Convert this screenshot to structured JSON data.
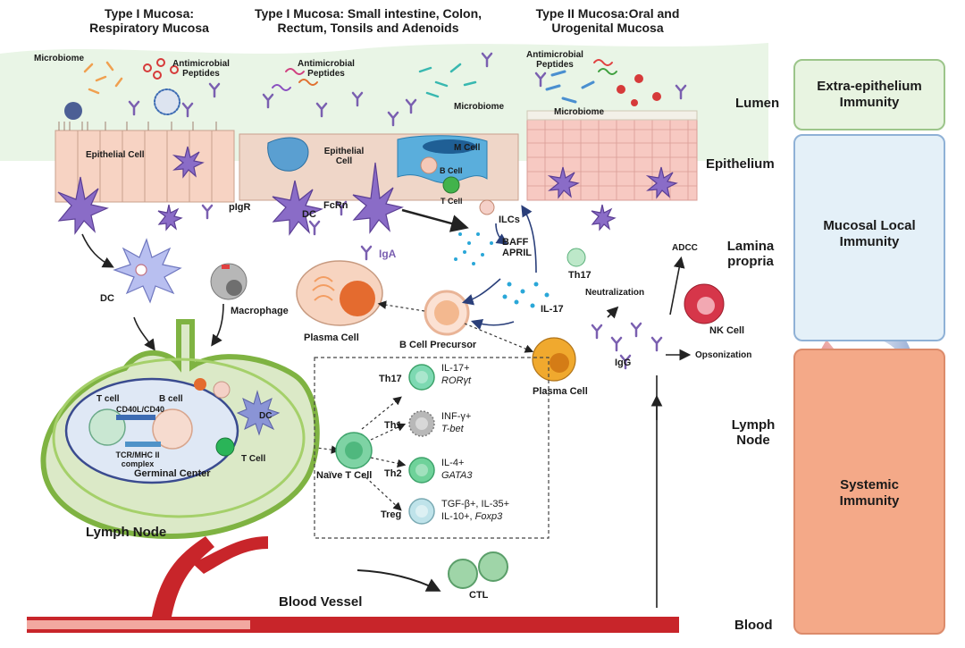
{
  "headers": {
    "type1_respiratory": [
      "Type I Mucosa:",
      "Respiratory Mucosa"
    ],
    "type1_gut": [
      "Type I Mucosa: Small intestine, Colon,",
      "Rectum, Tonsils and Adenoids"
    ],
    "type2_oral": [
      "Type II Mucosa:Oral and",
      "Urogenital Mucosa"
    ]
  },
  "labels": {
    "microbiome_left": "Microbiome",
    "amp_left": [
      "Antimicrobial",
      "Peptides"
    ],
    "amp_mid": [
      "Antimicrobial",
      "Peptides"
    ],
    "microbiome_mid": "Microbiome",
    "amp_right": [
      "Antimicrobial",
      "Peptides"
    ],
    "microbiome_right": "Microbiome",
    "epithelial_left": "Epithelial Cell",
    "epithelial_mid": [
      "Epithelial",
      "Cell"
    ],
    "m_cell": "M Cell",
    "b_cell_small": "B Cell",
    "t_cell_small": "T Cell",
    "pigr": "pIgR",
    "dc_mid": "DC",
    "fcrn": "FcRn",
    "ilcs": "ILCs",
    "baff_april": [
      "BAFF",
      "APRIL"
    ],
    "th17_top": "Th17",
    "il17": "IL-17",
    "iga": "IgA",
    "dc_left": "DC",
    "macrophage": "Macrophage",
    "plasma_cell_top": "Plasma Cell",
    "b_cell_precursor": "B Cell Precursor",
    "plasma_cell_right": "Plasma Cell",
    "igg": "IgG",
    "neutralization": "Neutralization",
    "adcc": "ADCC",
    "opsonization": "Opsonization",
    "nk_cell": "NK Cell",
    "t_cell_gc": "T cell",
    "b_cell_gc": "B cell",
    "cd40": "CD40L/CD40",
    "tcr": [
      "TCR/MHC II",
      "complex"
    ],
    "germinal_center": "Germinal Center",
    "dc_ln": "DC",
    "t_cell_ln": "T Cell",
    "lymph_node": "Lymph Node",
    "naive_t_cell": "Naïve T Cell",
    "blood_vessel": "Blood Vessel",
    "ctl": "CTL"
  },
  "t_subsets": [
    {
      "name": "Th17",
      "markers": "IL-17+",
      "tf": "RORγt",
      "color": "#7dd9b2"
    },
    {
      "name": "Th1",
      "markers": "INF-γ+",
      "tf": "T-bet",
      "color": "#b8b8b8"
    },
    {
      "name": "Th2",
      "markers": "IL-4+",
      "tf": "GATA3",
      "color": "#6fd29a"
    },
    {
      "name": "Treg",
      "markers": "TGF-β+, IL-35+",
      "markers2": "IL-10+,",
      "tf": "Foxp3",
      "color": "#bfe3ea"
    }
  ],
  "layers": {
    "lumen": "Lumen",
    "epithelium": "Epithelium",
    "lamina": [
      "Lamina",
      "propria"
    ],
    "lymph": [
      "Lymph",
      "Node"
    ],
    "blood": "Blood"
  },
  "panels": {
    "extra": [
      "Extra-epithelium",
      "Immunity"
    ],
    "mucosal": [
      "Mucosal Local",
      "Immunity"
    ],
    "systemic": [
      "Systemic",
      "Immunity"
    ]
  },
  "colors": {
    "panel_extra": "#e8f4e1",
    "panel_mucosal": "#e4f0f8",
    "panel_systemic": "#f4a988",
    "epithelium": "#f7d3c3",
    "lymph_node": "#8cc34a",
    "blood_vessel": "#c8252a"
  }
}
